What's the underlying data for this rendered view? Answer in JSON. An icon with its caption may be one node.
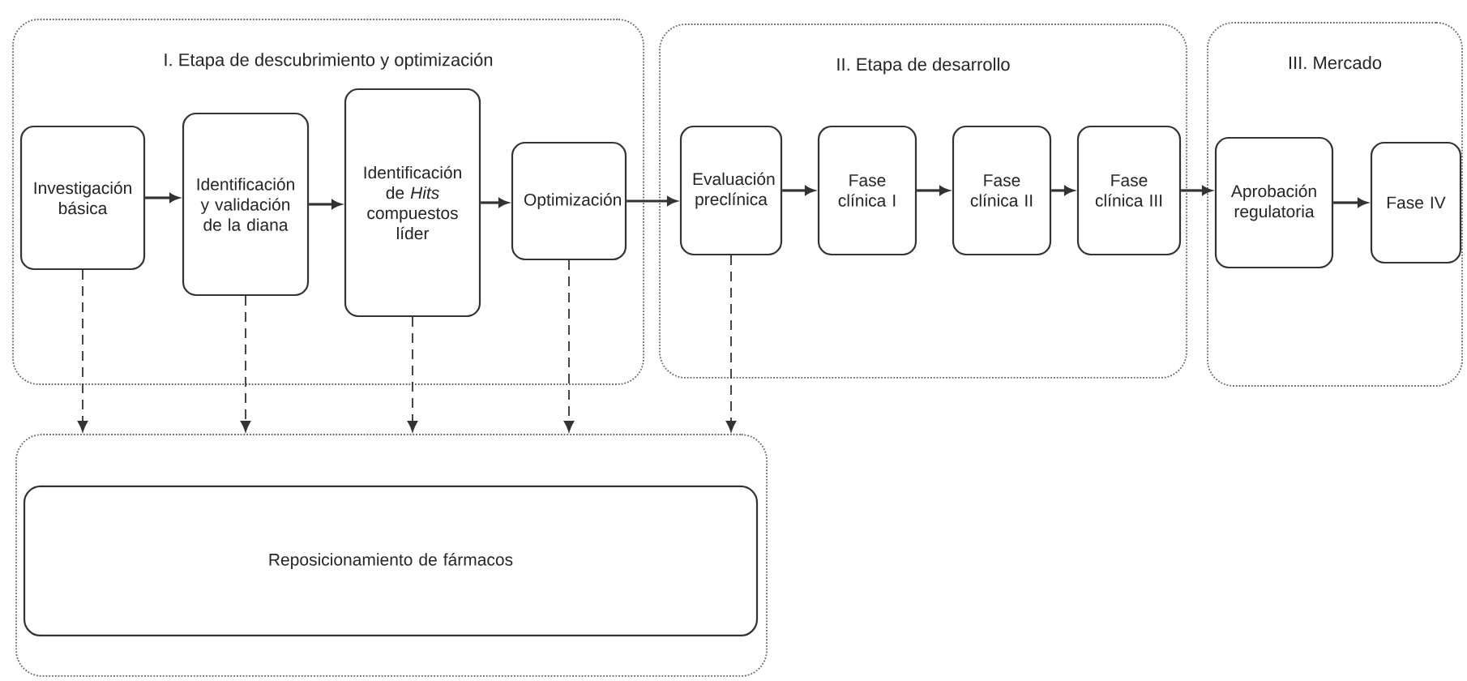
{
  "diagram": {
    "nodes": [
      {
        "text": [
          "I. Etapa de descubrimiento y optimización"
        ]
      },
      {
        "text": [
          "Investigación básica"
        ],
        "in": 0
      },
      {
        "text": [
          "Identificación y validación de la diana"
        ],
        "in": 0
      },
      {
        "text": [
          "Identificación de *Hits* compuestos líder"
        ],
        "in": 0
      },
      {
        "text": [
          "Optimización"
        ],
        "in": 0
      },
      {
        "text": [
          "II. Etapa de desarrollo"
        ]
      },
      {
        "text": [
          "Evaluación preclínica"
        ],
        "in": 5
      },
      {
        "text": [
          "Fase clínica I"
        ],
        "in": 5
      },
      {
        "text": [
          "Fase clínica II"
        ],
        "in": 5
      },
      {
        "text": [
          "Fase clínica III"
        ],
        "in": 5
      },
      {
        "text": [
          "III. Mercado"
        ]
      },
      {
        "text": [
          "Aprobación regulatoria"
        ],
        "in": 10
      },
      {
        "text": [
          "Fase IV"
        ],
        "in": 10
      },
      {
        "text": [],
        "shape": "box"
      },
      {
        "text": [
          "Reposicionamiento de fármacos"
        ],
        "in": 13
      }
    ],
    "edges": [
      {
        "from": 1,
        "to": 2,
        "arrow": "to"
      },
      {
        "from": 2,
        "to": 3,
        "arrow": "to"
      },
      {
        "from": 3,
        "to": 4,
        "arrow": "to"
      },
      {
        "from": 4,
        "to": 6,
        "arrow": "to"
      },
      {
        "from": 6,
        "to": 7,
        "arrow": "to"
      },
      {
        "from": 7,
        "to": 8,
        "arrow": "to"
      },
      {
        "from": 8,
        "to": 9,
        "arrow": "to"
      },
      {
        "from": 9,
        "to": 11,
        "arrow": "to"
      },
      {
        "from": 11,
        "to": 12,
        "arrow": "to"
      },
      {
        "from": 1,
        "to": 13,
        "arrow": "to",
        "style": "dashed"
      },
      {
        "from": 2,
        "to": 13,
        "arrow": "to",
        "style": "dashed"
      },
      {
        "from": 3,
        "to": 13,
        "arrow": "to",
        "style": "dashed"
      },
      {
        "from": 4,
        "to": 13,
        "arrow": "to",
        "style": "dashed"
      },
      {
        "from": 6,
        "to": 13,
        "arrow": "to",
        "style": "dashed"
      }
    ]
  }
}
